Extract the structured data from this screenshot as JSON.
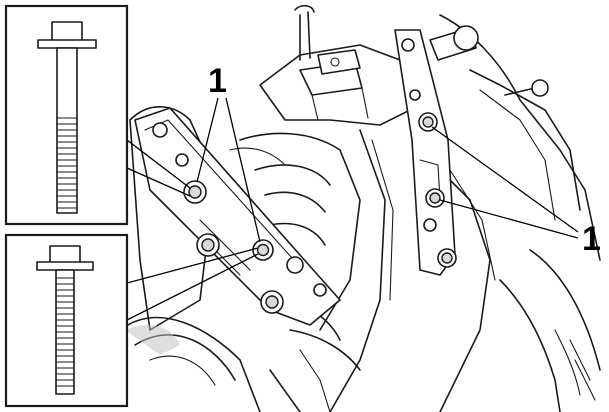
{
  "callouts": [
    {
      "label": "1"
    },
    {
      "label": "1"
    }
  ],
  "insets": [
    {
      "name": "long-bolt"
    },
    {
      "name": "short-bolt"
    }
  ],
  "colors": {
    "line": "#1a1a1a",
    "shade": "#bdbdbd",
    "background": "#ffffff"
  }
}
